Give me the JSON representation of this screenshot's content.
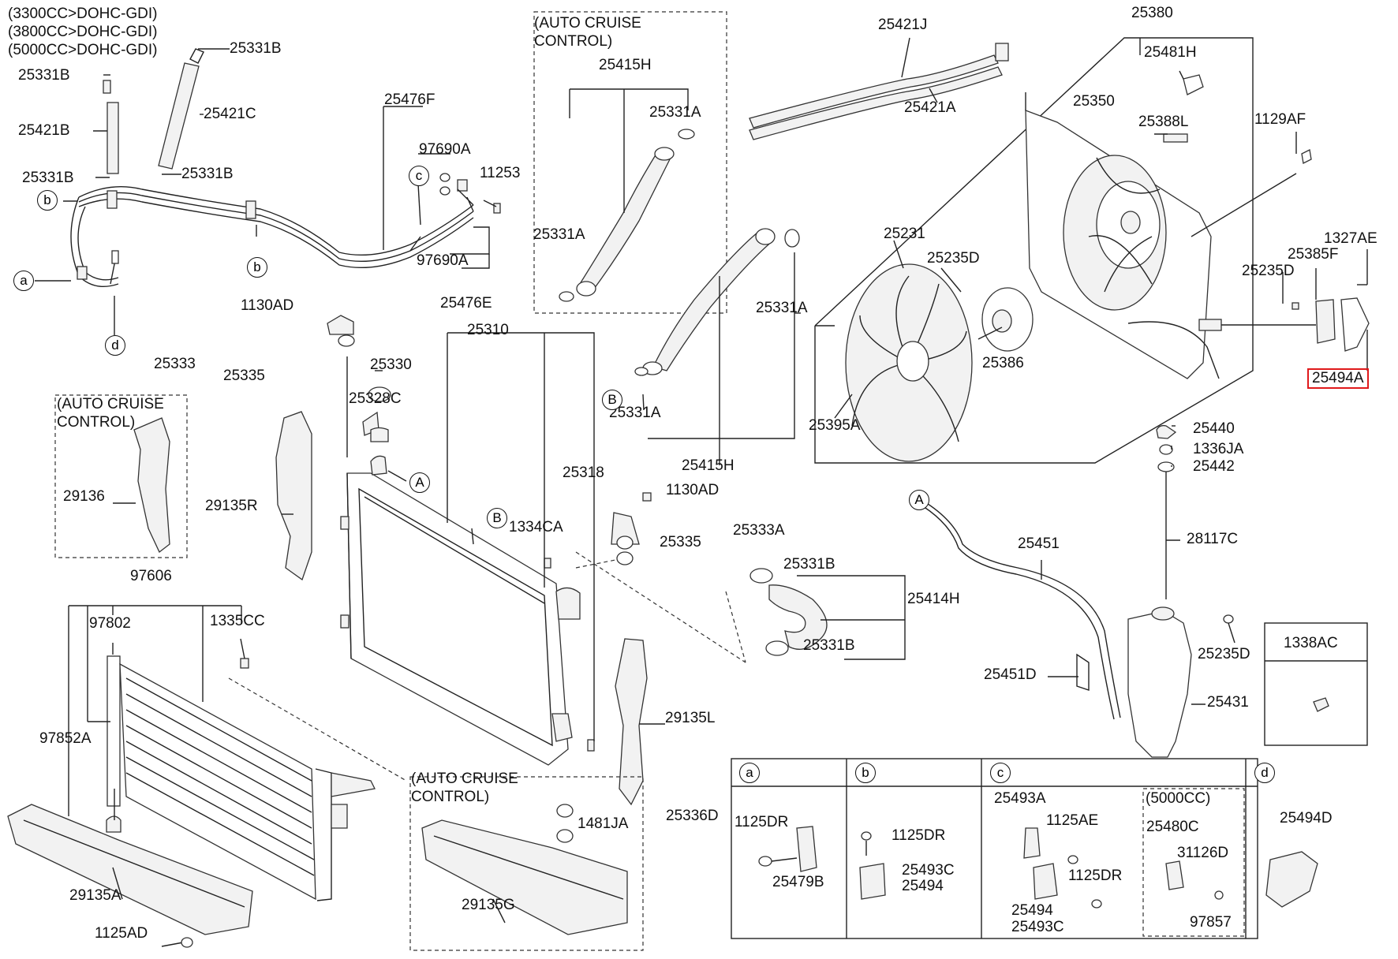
{
  "engine_notes": [
    "(3300CC>DOHC-GDI)",
    "(3800CC>DOHC-GDI)",
    "(5000CC>DOHC-GDI)"
  ],
  "auto_cruise_label": "(AUTO CRUISE CONTROL)",
  "labels": {
    "l25331B_top": "25331B",
    "l25331B_left": "25331B",
    "l25421B": "25421B",
    "l25421C": "25421C",
    "l25331B_mid": "25331B",
    "l25331B_lower": "25331B",
    "l25476F": "25476F",
    "l97690A_top": "97690A",
    "l11253": "11253",
    "l97690A_bot": "97690A",
    "l25476E": "25476E",
    "l1130AD_top": "1130AD",
    "l25333": "25333",
    "l25335_left": "25335",
    "l25330": "25330",
    "l25328C": "25328C",
    "l25310": "25310",
    "l29136": "29136",
    "l29135R": "29135R",
    "l25415H_top": "25415H",
    "l25331A_hose_top": "25331A",
    "l25331A_hose_bot": "25331A",
    "l25331A_right": "25331A",
    "l25331A_lower": "25331A",
    "l25415H_bot": "25415H",
    "l25318": "25318",
    "l1130AD_mid": "1130AD",
    "l25333A": "25333A",
    "l25335_mid": "25335",
    "l1334CA": "1334CA",
    "l25331B_r1": "25331B",
    "l25414H": "25414H",
    "l25331B_r2": "25331B",
    "l97606": "97606",
    "l97802": "97802",
    "l1335CC": "1335CC",
    "l97852A": "97852A",
    "l29135L": "29135L",
    "l25336D": "25336D",
    "l1481JA": "1481JA",
    "l29135A": "29135A",
    "l1125AD": "1125AD",
    "l29135G": "29135G",
    "l25421J": "25421J",
    "l25421A": "25421A",
    "l25380": "25380",
    "l25481H": "25481H",
    "l25350": "25350",
    "l25388L": "25388L",
    "l1129AF": "1129AF",
    "l25231": "25231",
    "l25235D_a": "25235D",
    "l25386": "25386",
    "l25395A": "25395A",
    "l1327AE": "1327AE",
    "l25385F": "25385F",
    "l25235D_b": "25235D",
    "l25494A": "25494A",
    "l25440": "25440",
    "l1336JA": "1336JA",
    "l25442": "25442",
    "l28117C": "28117C",
    "l25451": "25451",
    "l25451D": "25451D",
    "l25235D_c": "25235D",
    "l25431": "25431",
    "l1338AC": "1338AC",
    "t_a_1125DR": "1125DR",
    "t_a_25479B": "25479B",
    "t_b_1125DR": "1125DR",
    "t_b_25493C": "25493C",
    "t_b_25494": "25494",
    "t_c_25493A": "25493A",
    "t_c_1125AE": "1125AE",
    "t_c_1125DR": "1125DR",
    "t_c_25494": "25494",
    "t_c_25493C": "25493C",
    "t_c_5000cc": "(5000CC)",
    "t_c_25480C": "25480C",
    "t_c_31126D": "31126D",
    "t_c_97857": "97857",
    "t_d_25494D": "25494D"
  },
  "callouts": {
    "a": "a",
    "b": "b",
    "c": "c",
    "d": "d",
    "A": "A",
    "B": "B"
  },
  "highlight_color": "#e0191b"
}
